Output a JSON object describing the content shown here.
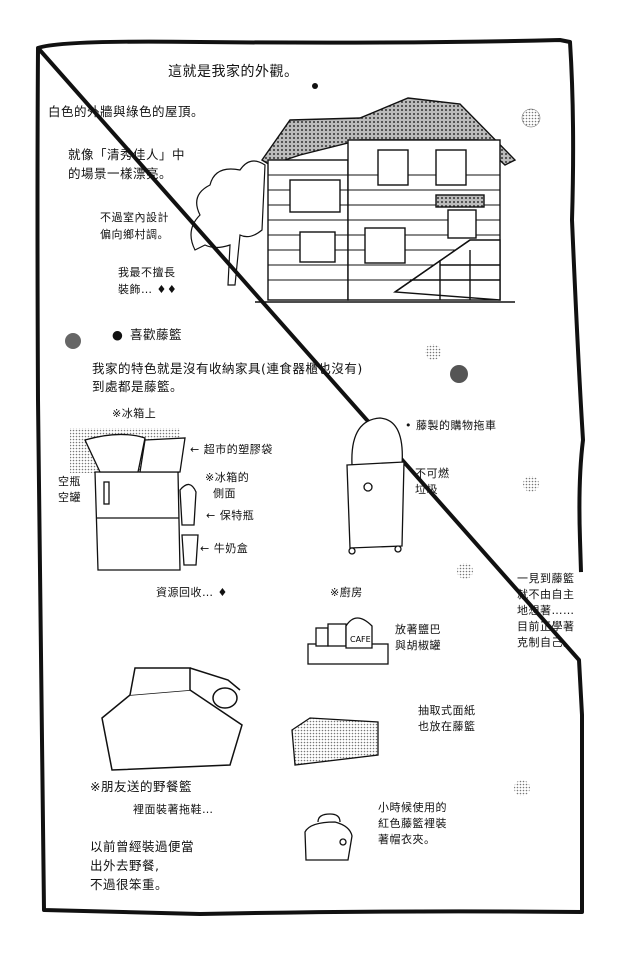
{
  "page": {
    "title": "這就是我家的外觀。",
    "house_caption": "白色的外牆與綠色的屋頂。",
    "movie_caption": [
      "就像「清秀佳人」中",
      "的場景一樣漂亮。"
    ],
    "interior_caption": [
      "不過室內設計",
      "偏向鄉村調。"
    ],
    "decor_caption": [
      "我最不擅長",
      "裝飾… ♦♦"
    ]
  },
  "section": {
    "bullet": "●",
    "heading": "喜歡藤籃",
    "intro": [
      "我家的特色就是沒有收納家具(連食器櫃也沒有)",
      "到處都是藤籃。"
    ]
  },
  "fridge": {
    "title": "※冰箱上",
    "labels": {
      "plastic_bags": "← 超市的塑膠袋",
      "empty_bottles": [
        "空瓶",
        "空罐"
      ],
      "side": [
        "※冰箱的",
        "側面"
      ],
      "thermos": "← 保特瓶",
      "milk": "← 牛奶盒"
    }
  },
  "cart": {
    "title": "• 藤製的購物拖車",
    "label": [
      "不可燃",
      "垃圾"
    ]
  },
  "recycling": "資源回收… ♦",
  "kitchen": {
    "title": "※廚房",
    "jar_text": "CAFE",
    "label": [
      "放著鹽巴",
      "與胡椒罐"
    ]
  },
  "side_note": [
    "一見到藤籃",
    "就不由自主",
    "地想著……",
    "目前正學著",
    "克制自己。"
  ],
  "tissue": {
    "label": [
      "抽取式面紙",
      "也放在藤籃"
    ]
  },
  "picnic": {
    "title": "※朋友送的野餐籃",
    "subtitle": "裡面裝著拖鞋…",
    "note": [
      "以前曾經裝過便當",
      "出外去野餐,",
      "不過很笨重。"
    ]
  },
  "childhood": {
    "label": [
      "小時候使用的",
      "紅色藤籃裡裝",
      "著帽衣夾。"
    ]
  },
  "colors": {
    "ink": "#111111",
    "screentone": "#9a9a9a",
    "paper": "#ffffff"
  }
}
